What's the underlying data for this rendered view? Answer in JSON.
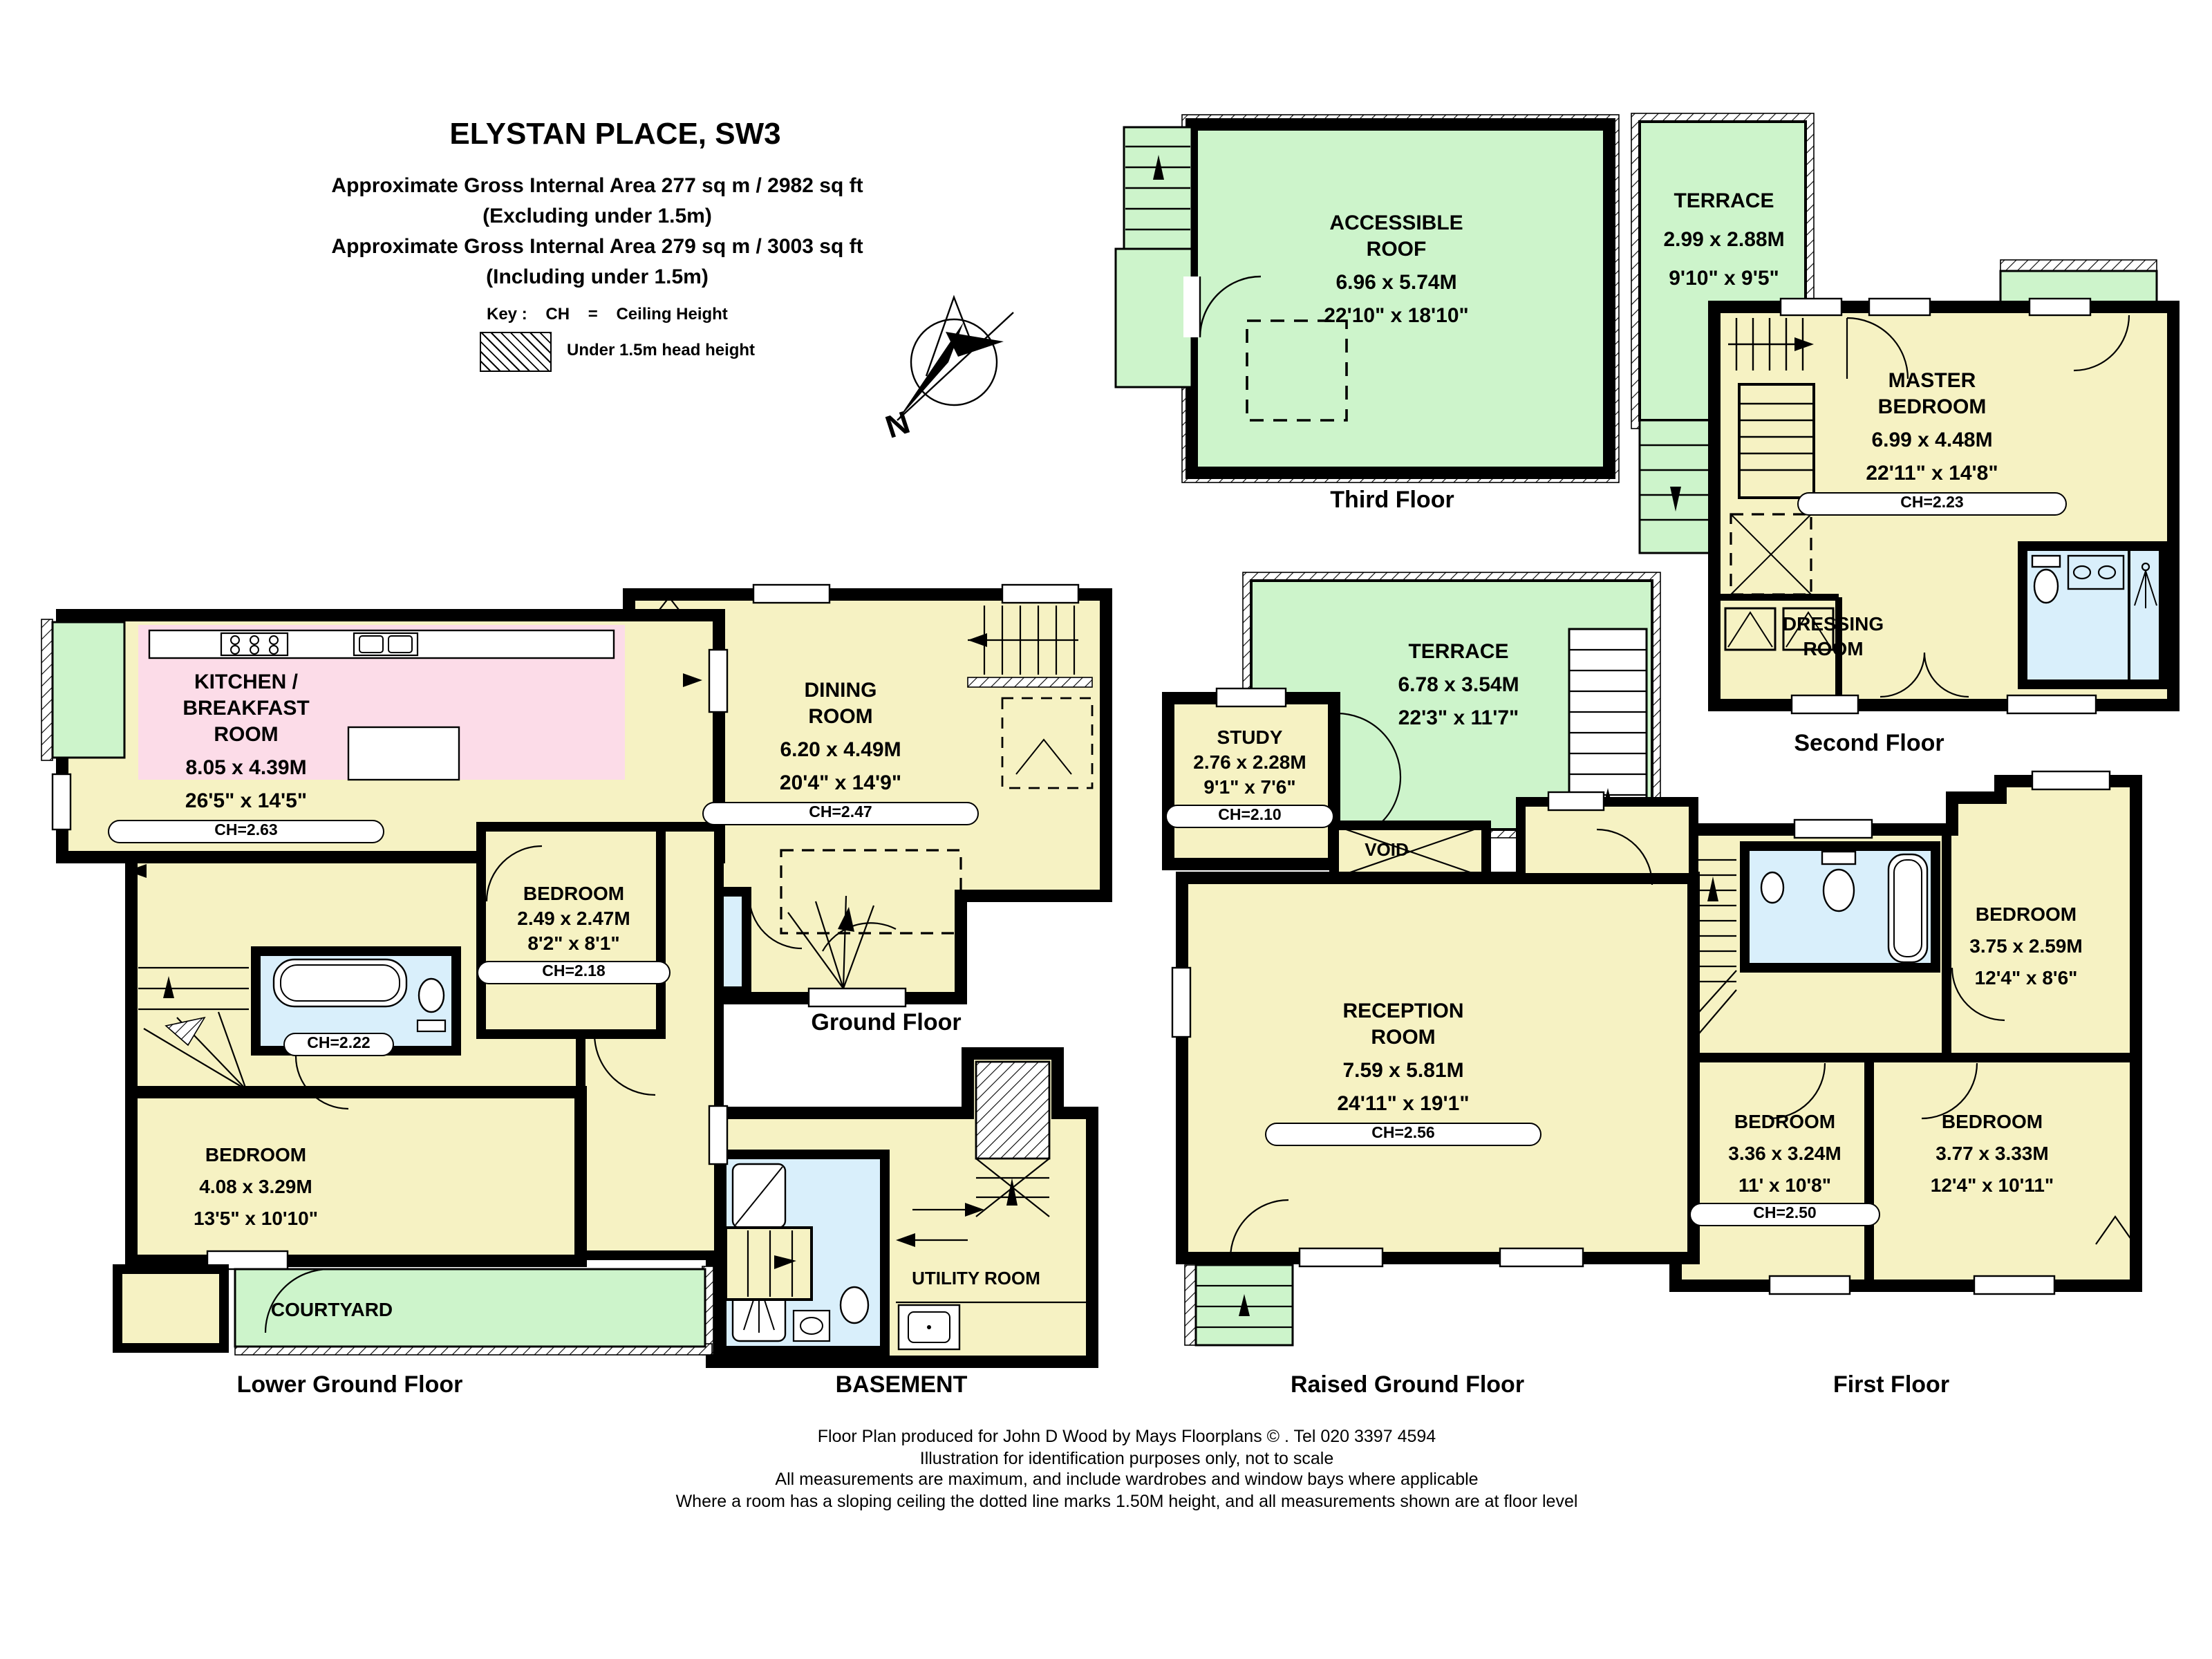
{
  "title": "ELYSTAN PLACE, SW3",
  "header": {
    "area_line_1": "Approximate Gross Internal Area 277 sq m  /  2982 sq ft",
    "area_line_1b": "(Excluding under 1.5m)",
    "area_line_2": "Approximate Gross Internal Area 279 sq m  /  3003 sq ft",
    "area_line_2b": "(Including under 1.5m)"
  },
  "key": {
    "label": "Key :",
    "abbr": "CH",
    "equals": "=",
    "meaning": "Ceiling Height",
    "hatch_label": "Under 1.5m head height"
  },
  "compass": {
    "north_label": "N"
  },
  "colors": {
    "room_yellow": "#f6f2c3",
    "kitchen_pink": "#fcdce8",
    "outdoor_green": "#cdf4cb",
    "bathroom_blue": "#d9effb",
    "wall_black": "#000000"
  },
  "floors": {
    "third": {
      "caption": "Third Floor",
      "roof": {
        "name_1": "ACCESSIBLE",
        "name_2": "ROOF",
        "metric": "6.96 x 5.74M",
        "imperial": "22'10\" x 18'10\""
      }
    },
    "second": {
      "caption": "Second Floor",
      "terrace": {
        "name": "TERRACE",
        "metric": "2.99 x 2.88M",
        "imperial": "9'10\" x 9'5\""
      },
      "master": {
        "name_1": "MASTER",
        "name_2": "BEDROOM",
        "metric": "6.99 x 4.48M",
        "imperial": "22'11\" x 14'8\"",
        "ch": "CH=2.23"
      },
      "dressing": {
        "name_1": "DRESSING",
        "name_2": "ROOM"
      }
    },
    "first": {
      "caption": "First Floor",
      "bedroom_a": {
        "name": "BEDROOM",
        "metric": "3.75 x 2.59M",
        "imperial": "12'4\" x 8'6\""
      },
      "bedroom_b": {
        "name": "BEDROOM",
        "metric": "3.36 x 3.24M",
        "imperial": "11' x 10'8\"",
        "ch": "CH=2.50"
      },
      "bedroom_c": {
        "name": "BEDROOM",
        "metric": "3.77 x 3.33M",
        "imperial": "12'4\" x 10'11\""
      }
    },
    "raised_ground": {
      "caption": "Raised Ground Floor",
      "terrace": {
        "name": "TERRACE",
        "metric": "6.78 x 3.54M",
        "imperial": "22'3\" x 11'7\""
      },
      "study": {
        "name": "STUDY",
        "metric": "2.76 x 2.28M",
        "imperial": "9'1\" x 7'6\"",
        "ch": "CH=2.10"
      },
      "void": {
        "name": "VOID"
      },
      "reception": {
        "name_1": "RECEPTION",
        "name_2": "ROOM",
        "metric": "7.59 x 5.81M",
        "imperial": "24'11\" x 19'1\"",
        "ch": "CH=2.56"
      }
    },
    "ground": {
      "caption": "Ground Floor",
      "dining": {
        "name_1": "DINING",
        "name_2": "ROOM",
        "metric": "6.20 x 4.49M",
        "imperial": "20'4\" x 14'9\"",
        "ch": "CH=2.47"
      }
    },
    "basement": {
      "caption": "BASEMENT",
      "utility": {
        "name": "UTILITY ROOM"
      }
    },
    "lower_ground": {
      "caption": "Lower Ground Floor",
      "kitchen": {
        "name_1": "KITCHEN /",
        "name_2": "BREAKFAST",
        "name_3": "ROOM",
        "metric": "8.05 x 4.39M",
        "imperial": "26'5\" x 14'5\"",
        "ch": "CH=2.63"
      },
      "hall": {
        "ch": "CH=2.22"
      },
      "bedroom_small": {
        "name": "BEDROOM",
        "metric": "2.49 x 2.47M",
        "imperial": "8'2\" x 8'1\"",
        "ch": "CH=2.18"
      },
      "bedroom_big": {
        "name": "BEDROOM",
        "metric": "4.08 x 3.29M",
        "imperial": "13'5\" x 10'10\""
      },
      "courtyard": {
        "name": "COURTYARD"
      }
    }
  },
  "footer": {
    "line_1": "Floor Plan produced for John D Wood by Mays Floorplans  © . Tel 020 3397 4594",
    "line_2": "Illustration for identification purposes only, not to scale",
    "line_3": "All measurements are maximum, and include wardrobes and window bays where applicable",
    "line_4": "Where a room has a sloping ceiling the dotted line marks 1.50M height, and all measurements shown are at floor level"
  }
}
